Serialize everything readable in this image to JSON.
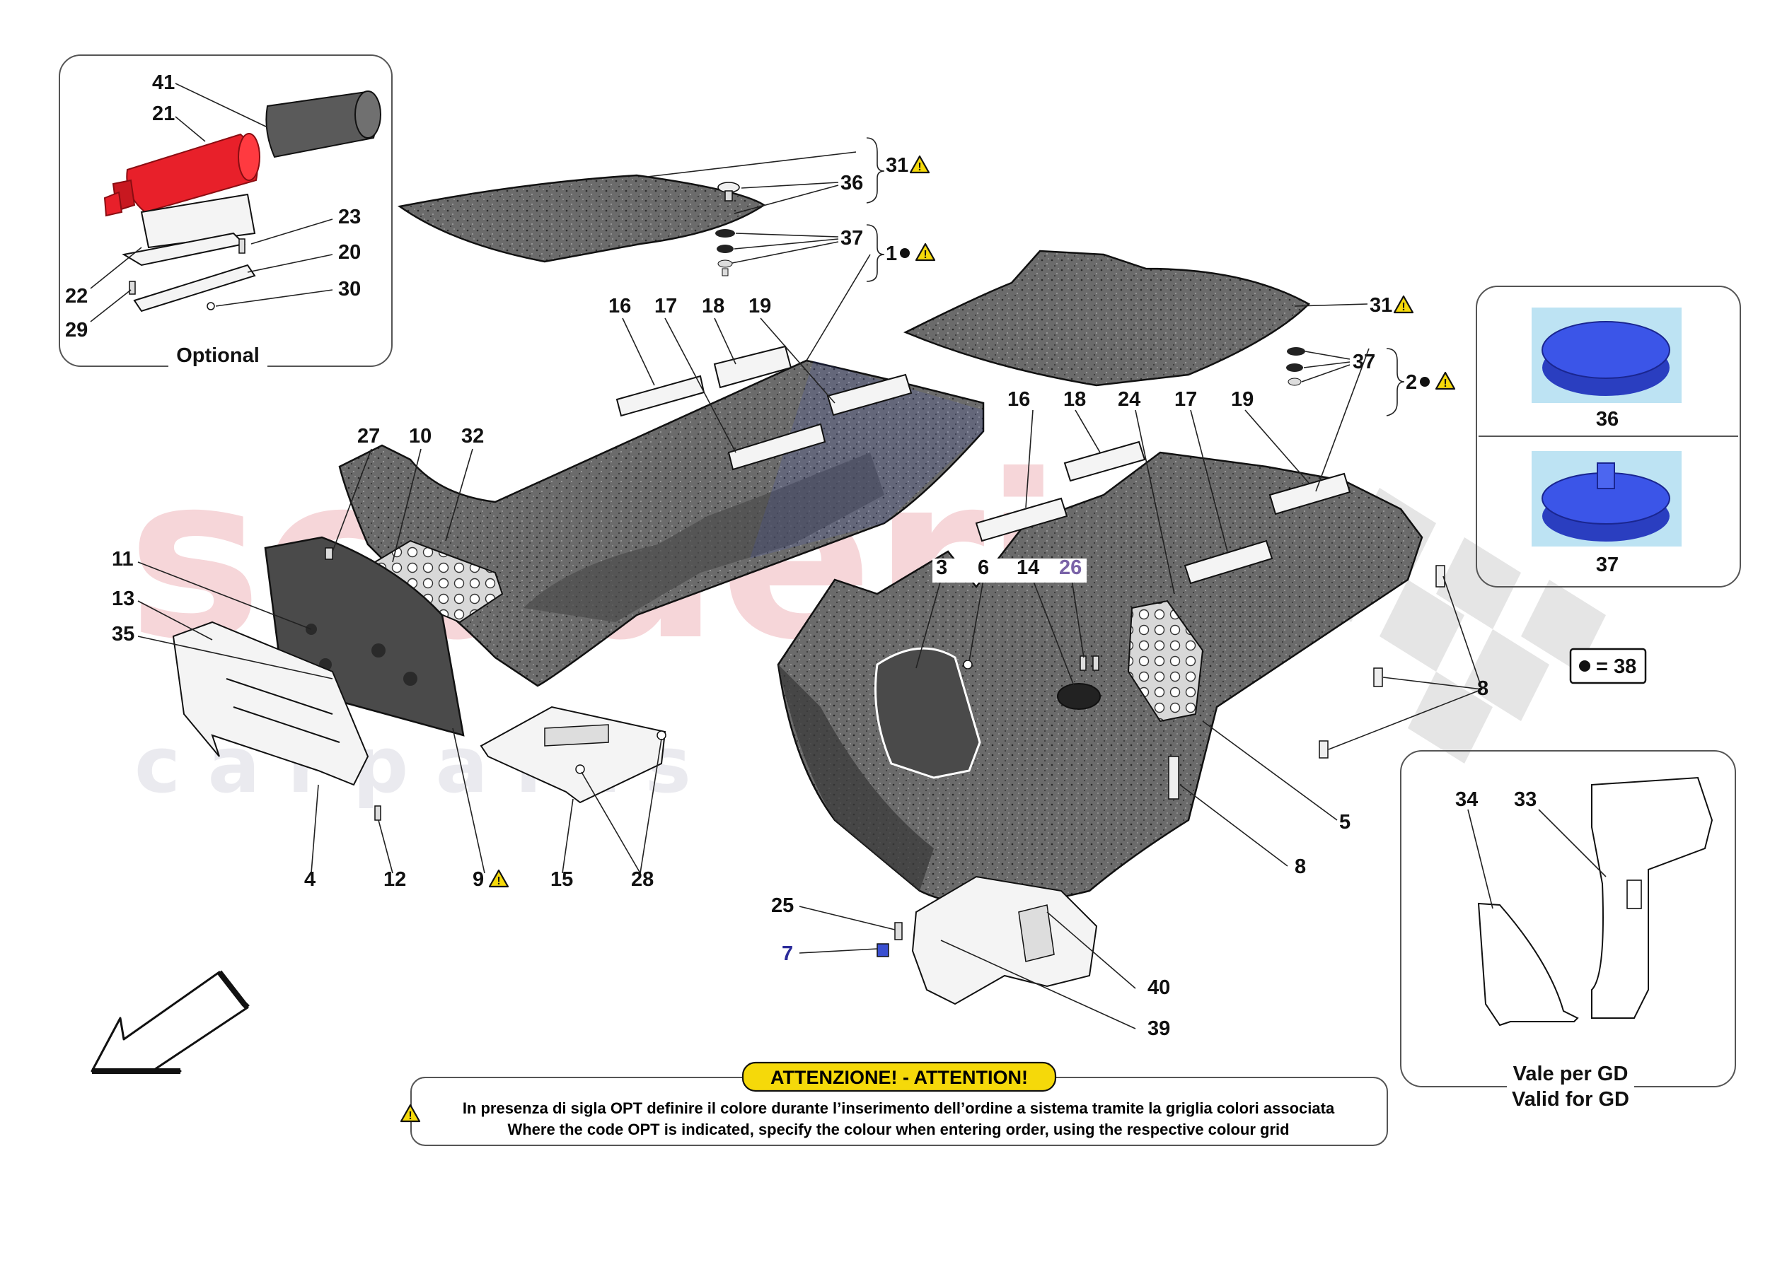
{
  "watermark": {
    "main": "scuderia",
    "sub": "c a r p a r t s"
  },
  "optional_panel": {
    "caption": "Optional",
    "labels": [
      "41",
      "21",
      "23",
      "20",
      "30",
      "22",
      "29"
    ]
  },
  "callouts": {
    "c31a": "31",
    "c36a": "36",
    "c37a": "37",
    "c1": "1",
    "c31b": "31",
    "c37b": "37",
    "c2": "2",
    "c16a": "16",
    "c17a": "17",
    "c18a": "18",
    "c19a": "19",
    "c16b": "16",
    "c18b": "18",
    "c24": "24",
    "c17b": "17",
    "c19b": "19",
    "c27": "27",
    "c10": "10",
    "c32": "32",
    "c11": "11",
    "c13": "13",
    "c35": "35",
    "c3": "3",
    "c6": "6",
    "c14": "14",
    "c26": "26",
    "c4": "4",
    "c12": "12",
    "c9": "9",
    "c15": "15",
    "c28": "28",
    "c5": "5",
    "c8a": "8",
    "c8b": "8",
    "c25": "25",
    "c7": "7",
    "c40": "40",
    "c39": "39",
    "c34": "34",
    "c33": "33"
  },
  "legend_panel": {
    "label_top": "36",
    "label_bottom": "37"
  },
  "dot_legend": {
    "text": "= 38"
  },
  "gd_panel": {
    "line1": "Vale per GD",
    "line2": "Valid for GD"
  },
  "notice": {
    "title": "ATTENZIONE! - ATTENTION!",
    "line_it": "In presenza di sigla OPT definire il colore durante l’inserimento dell’ordine a sistema tramite la griglia colori associata",
    "line_en": "Where the code OPT is indicated, specify the colour when entering order, using the respective colour grid"
  },
  "colors": {
    "extinguisher": "#e8202a",
    "fastener": "#3a4fd0",
    "warning": "#f5d90a",
    "carpet": "#5c5c5c"
  },
  "icons": [
    "warning-icon",
    "dot-icon",
    "direction-arrow-icon"
  ]
}
